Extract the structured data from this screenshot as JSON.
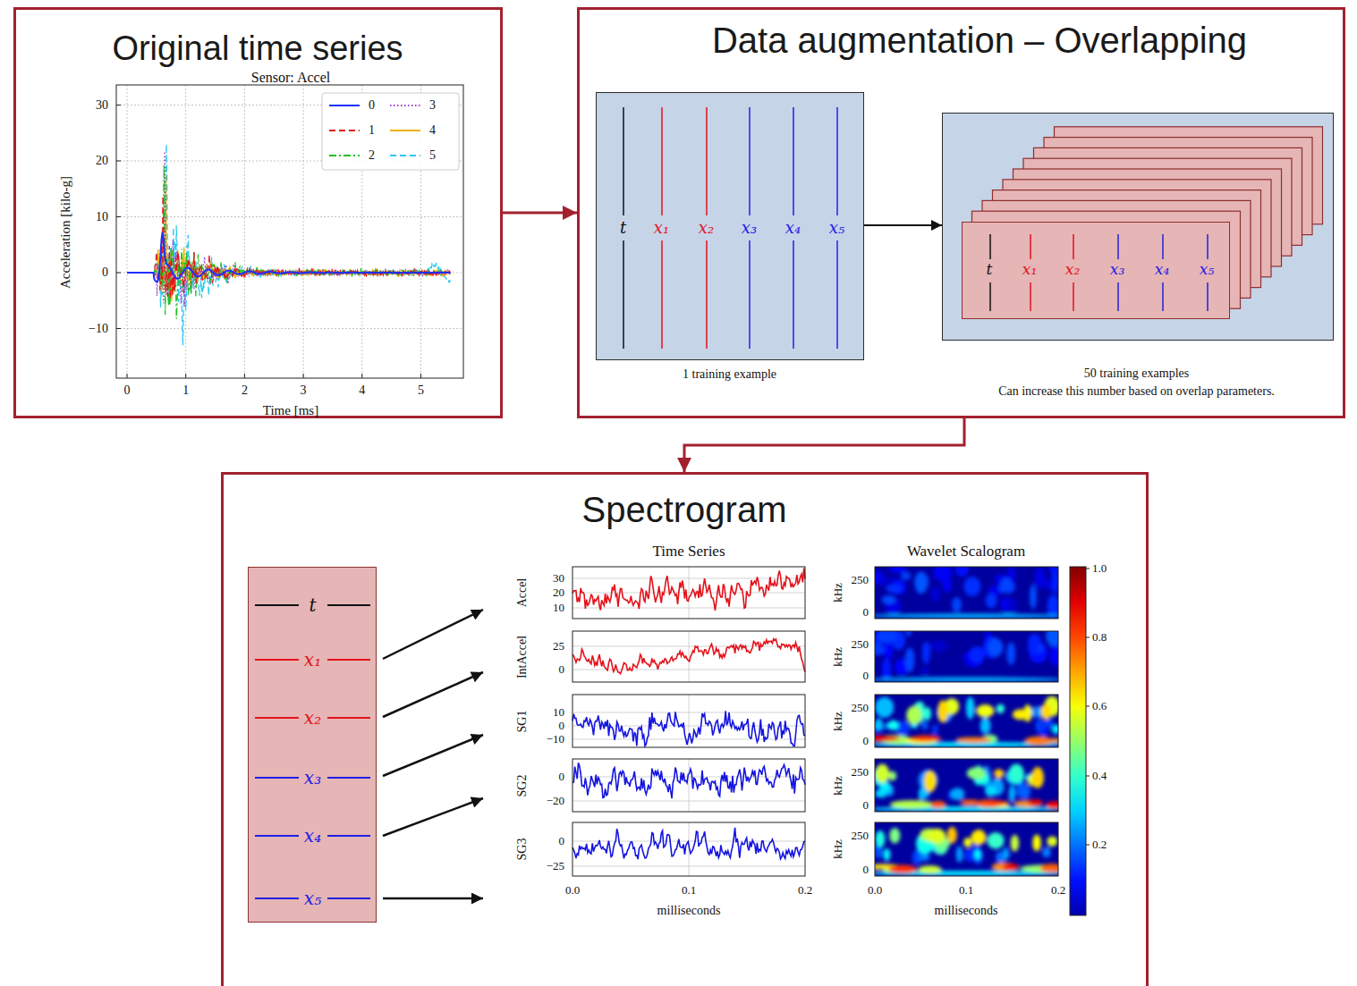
{
  "diagram": {
    "nodes": [
      {
        "text": [
          "Original time series"
        ]
      },
      {
        "text": [
          "Data augmentation – Overlapping"
        ]
      },
      {
        "text": [
          "t",
          "x₁",
          "x₂",
          "x₃",
          "x₄",
          "x₅",
          "1 training example"
        ],
        "in": 1
      },
      {
        "text": [
          "50 training examples",
          "Can increase this number based on overlap parameters."
        ],
        "in": 1
      },
      {
        "text": [
          "t",
          "x₁",
          "x₂",
          "x₃",
          "x₄",
          "x₅"
        ],
        "in": 3
      },
      {
        "text": [
          "Spectrogram"
        ]
      },
      {
        "text": [
          "t",
          "x₁",
          "x₂",
          "x₃",
          "x₄",
          "x₅"
        ],
        "in": 5
      }
    ],
    "edges": [
      {
        "from": 0,
        "to": 1,
        "arrow": "to"
      },
      {
        "from": 2,
        "to": 3,
        "arrow": "to"
      },
      {
        "from": 1,
        "to": 5,
        "arrow": "to"
      }
    ],
    "labels": [
      "Sensor: Accel",
      "Acceleration [kilo-g]",
      "Time [ms]",
      "30",
      "20",
      "10",
      "0",
      "−10",
      "0",
      "1",
      "2",
      "3",
      "4",
      "5",
      "Time Series",
      "Wavelet Scalogram",
      "Accel",
      "30",
      "20",
      "10",
      "kHz",
      "250",
      "0",
      "IntAccel",
      "25",
      "0",
      "kHz",
      "250",
      "0",
      "SG1",
      "10",
      "0",
      "−10",
      "kHz",
      "250",
      "0",
      "SG2",
      "0",
      "−20",
      "kHz",
      "250",
      "0",
      "SG3",
      "0",
      "−25",
      "kHz",
      "250",
      "0",
      "0.0",
      "0.1",
      "0.2",
      "milliseconds",
      "0.0",
      "0.1",
      "0.2",
      "milliseconds",
      "1.0",
      "0.8",
      "0.6",
      "0.4",
      "0.2"
    ],
    "legend": [
      {
        "text": "0"
      },
      {
        "text": "1"
      },
      {
        "text": "2"
      },
      {
        "text": "3"
      },
      {
        "text": "4"
      },
      {
        "text": "5"
      }
    ]
  }
}
